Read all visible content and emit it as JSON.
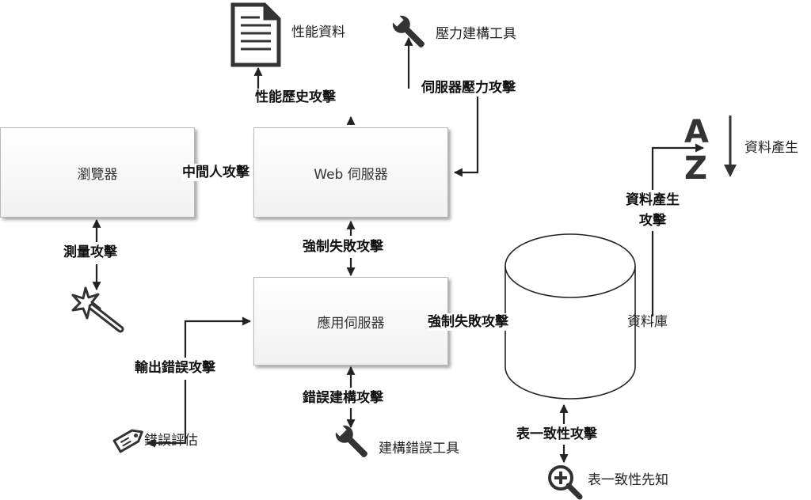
{
  "nodes": {
    "browser": "瀏覽器",
    "web_server": "Web 伺服器",
    "app_server": "應用伺服器"
  },
  "database": {
    "label": "資料庫"
  },
  "attacks": {
    "perf_history": "性能歷史攻擊",
    "server_stress": "伺服器壓力攻擊",
    "mitm": "中間人攻擊",
    "measurement": "測量攻擊",
    "forced_fail_web_app": "強制失敗攻擊",
    "forced_fail_db": "強制失敗攻擊",
    "output_error": "輸出錯誤攻擊",
    "build_error": "錯誤建構攻擊",
    "data_gen_line1": "資料產生",
    "data_gen_line2": "攻擊",
    "schema_consistency": "表一致性攻擊"
  },
  "resources": {
    "perf_data": "性能資料",
    "stress_tool": "壓力建構工具",
    "data_gen": "資料產生",
    "error_eval": "錯誤評估",
    "build_error_tool": "建構錯誤工具",
    "schema_oracle": "表一致性先知"
  },
  "icons": {
    "perf_data": "document-icon",
    "stress_tool": "wrench-icon",
    "data_gen": "a-z-sort-icon",
    "measurement": "magic-wand-icon",
    "error_eval": "tag-icon",
    "build_error_tool": "wrench-icon",
    "schema_oracle": "zoom-in-icon"
  },
  "colors": {
    "line": "#222222",
    "box_border": "#b8b8b8",
    "icon": "#333333"
  }
}
